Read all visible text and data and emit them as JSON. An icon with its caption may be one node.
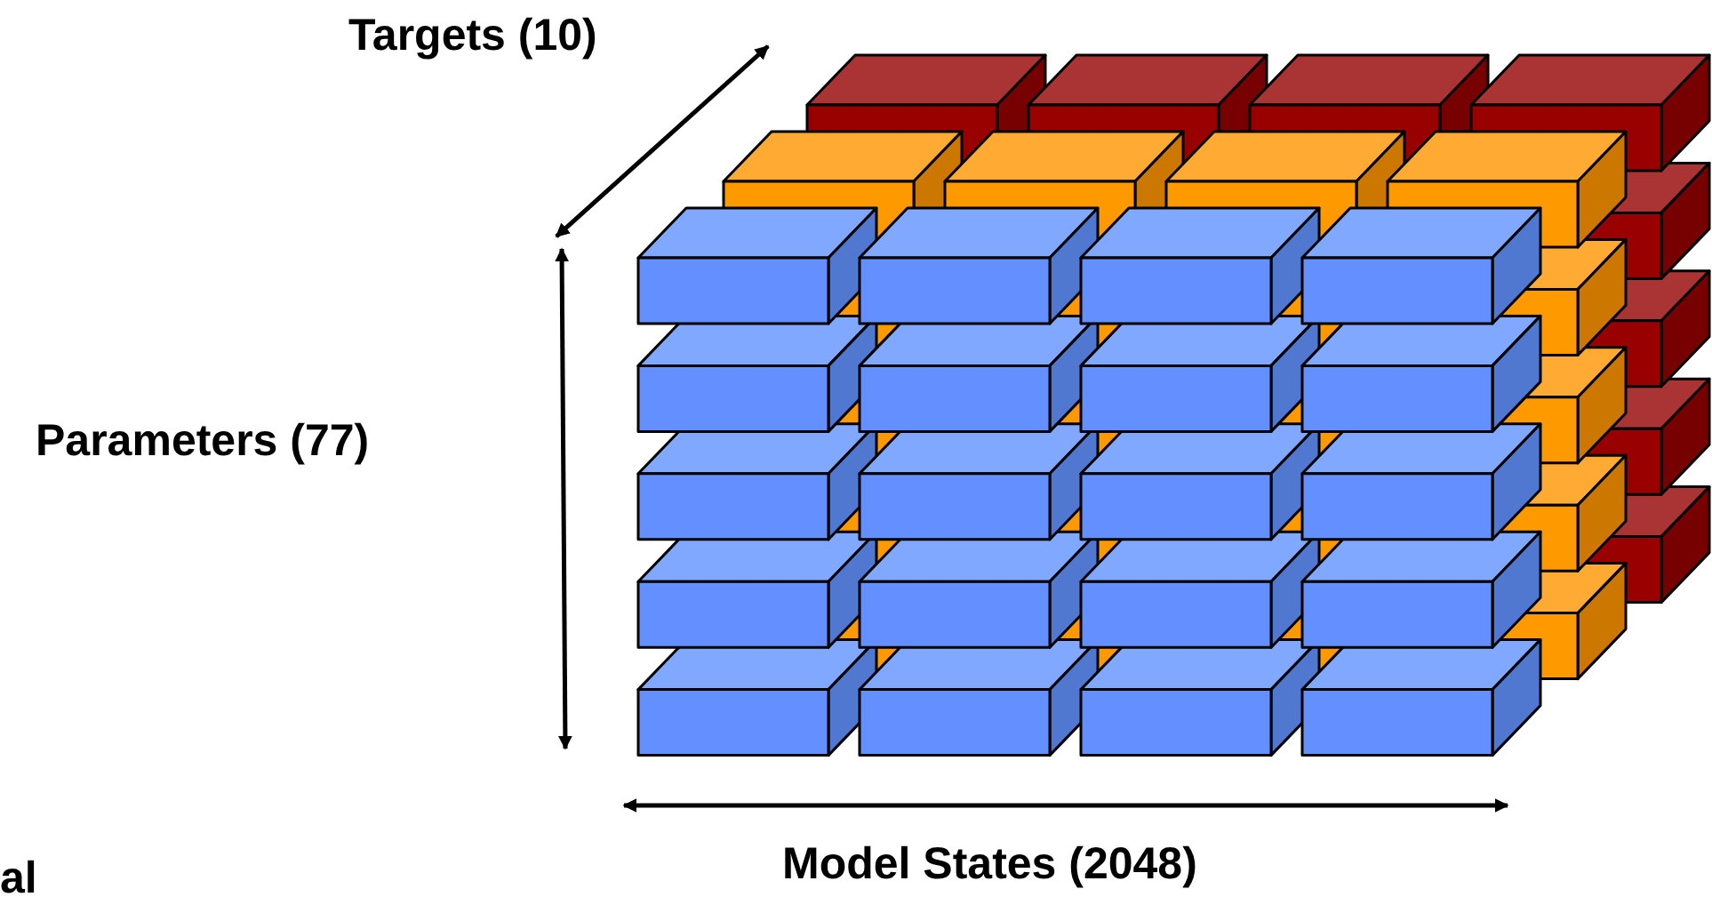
{
  "diagram": {
    "labels": [
      "Targets (10)",
      "Parameters (77)",
      "Model States (2048)",
      "al"
    ]
  }
}
